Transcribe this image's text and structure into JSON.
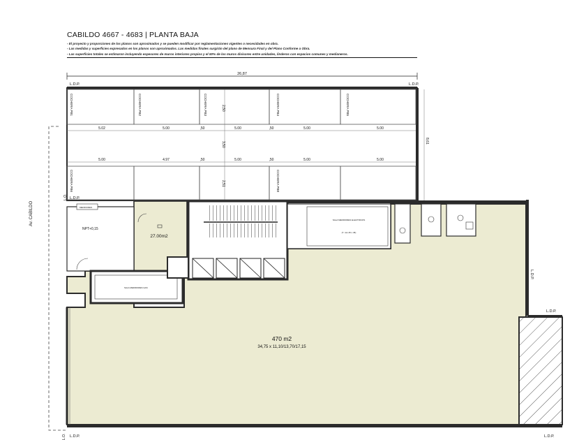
{
  "header": {
    "title": "CABILDO 4667 - 4683 | PLANTA BAJA",
    "notes": [
      "- El proyecto y proporciones de los planos son aproximados y se pueden modificar por reglamentaciones vigentes o necesidades en obra.",
      "- Las medidas y superficies expresados en los planos son aproximados. Las medidas finales surgirán del plano de Mensura Final y del Plano Conforme a Obra.",
      "- Las superficies totales se estimaron incluyendo espesores de muros interiores propios y el 50% de los muros divisores entre unidades, linderos con espacios comunes y medianeros."
    ]
  },
  "dimensions": {
    "total_width": "26,87",
    "depth": "8,61",
    "row1": [
      "5.02",
      "5.00",
      ",50",
      "5.00",
      ",50",
      "5.00",
      "5.00"
    ],
    "row2": [
      "5.00",
      "4.97",
      ",50",
      "5.00",
      ",50",
      "5.00",
      "5.00"
    ],
    "v1": "2,50",
    "v2": "3,50",
    "v3": "2,51"
  },
  "parking": {
    "top": [
      "COCHERA PB1",
      "COCHERA PB2",
      "COCHERA PB3",
      "COCHERA PB4",
      "COCHERA PB5"
    ],
    "bottom": [
      "COCHERA PB6",
      "COCHERA PB8"
    ]
  },
  "labels": {
    "ldp": "L.D.P.",
    "lo": "L.O.",
    "street": "Av. CABILDO",
    "entrance": "NPT+0,15",
    "office_area": "27.00m2",
    "main_area": "470 m2",
    "main_dims": "34,75 x 11,10/13,70/17,15",
    "electrical_room": "SALA MEDIDORES ELECTRICOS",
    "gas_room": "SALA MEDIDORES GAS",
    "sample": "(T. min 45 x 45)",
    "mgmt": "MEDIDORES"
  },
  "colors": {
    "floor_fill": "#ecebd2",
    "wall": "#2b2b2b",
    "line": "#444444"
  }
}
